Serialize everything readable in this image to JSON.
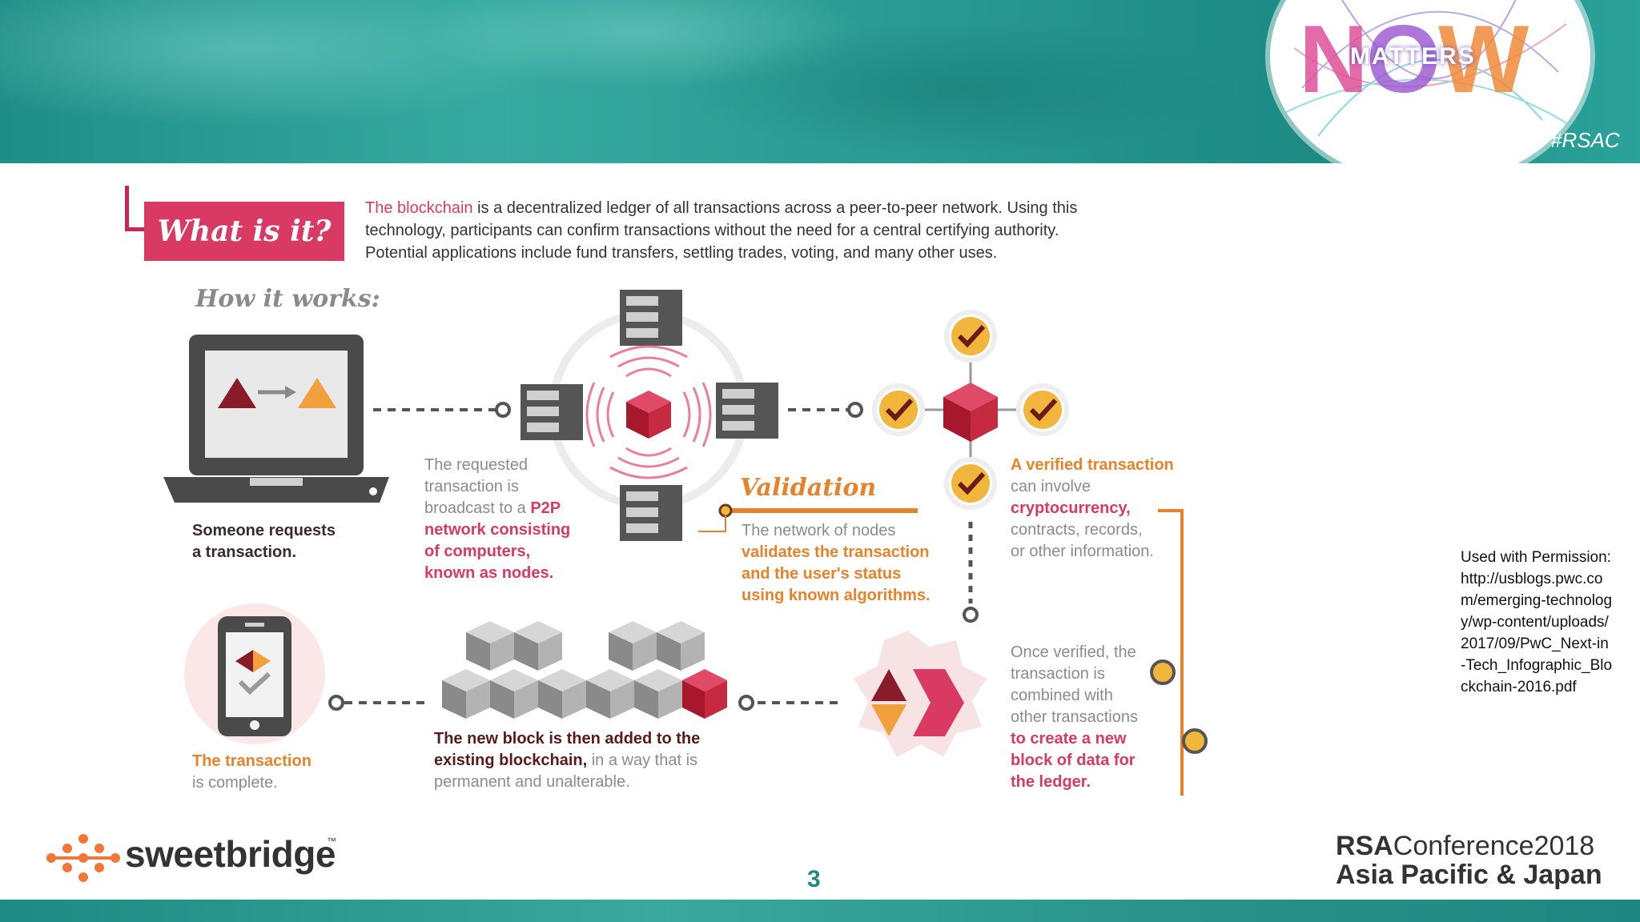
{
  "header": {
    "hashtag": "#RSAC",
    "logo_word": "MATTERS"
  },
  "intro": {
    "badge": "What is it?",
    "highlight": "The blockchain",
    "line1_rest": " is a decentralized ledger of all transactions across a peer-to-peer network. Using this",
    "line2": "technology, participants can confirm transactions without the need for a central certifying authority.",
    "line3": "Potential applications include fund transfers, settling trades, voting, and many other uses."
  },
  "how": {
    "title": "How it works:"
  },
  "steps": {
    "request": {
      "line1": "Someone requests",
      "line2": "a transaction."
    },
    "broadcast": {
      "line1": "The requested",
      "line2": "transaction is",
      "line3_a": "broadcast to a ",
      "line3_b": "P2P",
      "line4": "network consisting",
      "line5": "of computers,",
      "line6": "known as nodes."
    },
    "validation": {
      "title": "Validation",
      "line1": "The network of nodes",
      "line2": "validates the transaction",
      "line3": "and the user's status",
      "line4": "using known algorithms."
    },
    "verified": {
      "line1": "A verified transaction",
      "line2": "can involve",
      "line3": "cryptocurrency,",
      "line4": "contracts, records,",
      "line5": "or other information."
    },
    "combined": {
      "line1": "Once verified, the",
      "line2": "transaction is",
      "line3": "combined with",
      "line4": "other transactions",
      "line5": "to create a new",
      "line6": "block of data for",
      "line7": "the ledger."
    },
    "added": {
      "line1": "The new block is then added to the",
      "line2_a": "existing blockchain,",
      "line2_b": " in a way that is",
      "line3": "permanent and unalterable."
    },
    "complete": {
      "line1": "The transaction",
      "line2": "is complete."
    }
  },
  "permission": "Used with Permission: http://usblogs.pwc.com/emerging-technology/wp-content/uploads/2017/09/PwC_Next-in-Tech_Infographic_Blockchain-2016.pdf",
  "page_number": "3",
  "footer": {
    "brand": "sweetbridge",
    "trademark": "™",
    "conf_a": "RSA",
    "conf_b": "Conference2018",
    "conf_line2": "Asia Pacific & Japan"
  },
  "colors": {
    "teal": "#1d8a84",
    "pink": "#d93a63",
    "orange": "#e8822a",
    "maroon": "#8a1c2a",
    "check_yellow": "#f2b63c"
  }
}
